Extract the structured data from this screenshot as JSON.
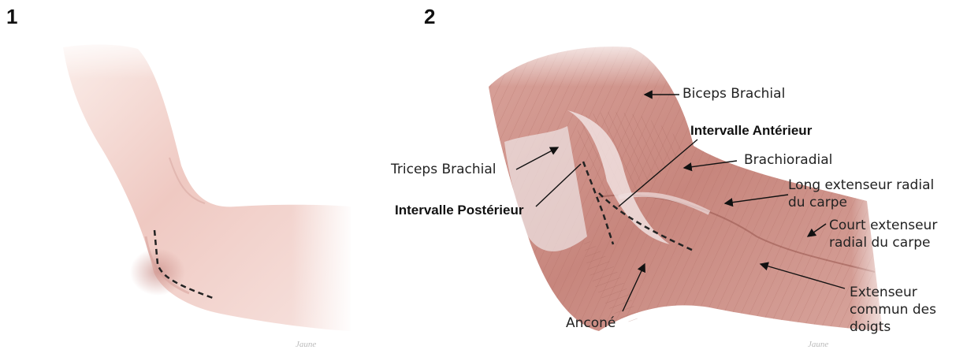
{
  "panels": {
    "panel1_number": "1",
    "panel2_number": "2"
  },
  "labels": {
    "biceps": "Biceps Brachial",
    "intervalle_anterieur": "Intervalle Antérieur",
    "brachioradial": "Brachioradial",
    "triceps": "Triceps Brachial",
    "intervalle_posterieur": "Intervalle Postérieur",
    "long_extenseur": [
      "Long extenseur radial",
      "du carpe"
    ],
    "court_extenseur": [
      "Court extenseur",
      "radial du carpe"
    ],
    "extenseur_commun": [
      "Extenseur",
      "commun des",
      "doigts"
    ],
    "ancone": "Anconé"
  },
  "colors": {
    "skin": "#f1cfc9",
    "skin_shadow": "#d9a8a2",
    "muscle": "#c98b82",
    "muscle_dark": "#a8645c",
    "fascia": "#e8d8d8"
  }
}
